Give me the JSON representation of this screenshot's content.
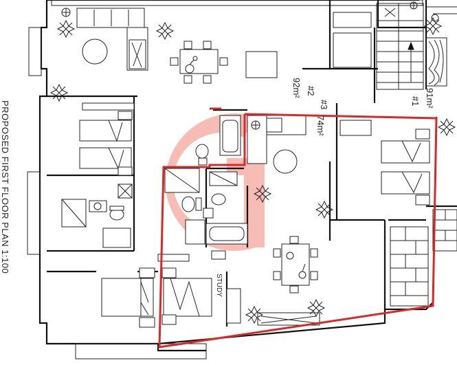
{
  "plan": {
    "title": "PROPOSED FIRST FLOOR PLAN 1:100",
    "study_label": "STUDY",
    "units": [
      {
        "number": "#1",
        "area": "91m²"
      },
      {
        "number": "#2",
        "area": "92m²"
      },
      {
        "number": "#3",
        "area": "74m²"
      }
    ]
  },
  "colors": {
    "highlight": "#d42a2a",
    "watermark": "#f4a9a0",
    "lines": "#111111",
    "background": "#ffffff"
  },
  "icons": [
    "plant-icon",
    "compass-icon"
  ]
}
